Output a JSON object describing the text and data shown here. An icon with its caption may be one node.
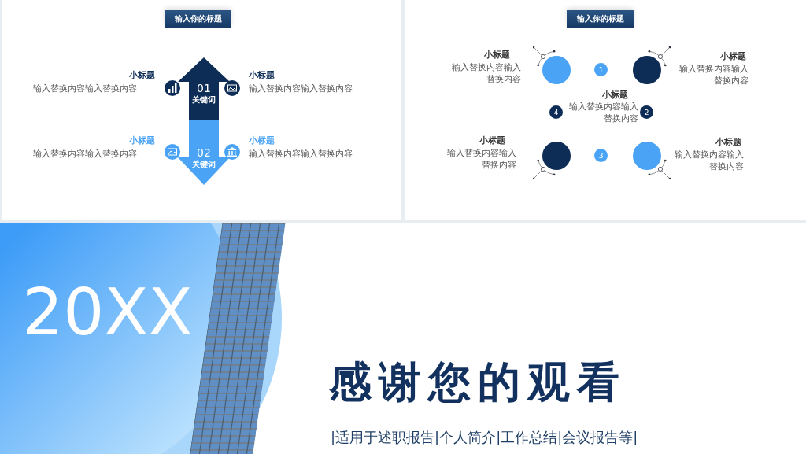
{
  "diagram": {
    "nodes": [
      {
        "text": [
          "输入你的标题"
        ]
      },
      {
        "text": [
          "01",
          "关键词"
        ]
      },
      {
        "text": [
          "02",
          "关键词"
        ]
      },
      {
        "text": [
          "输入你的标题"
        ]
      },
      {
        "text": [
          "1"
        ]
      },
      {
        "text": [
          "2"
        ]
      },
      {
        "text": [
          "3"
        ]
      },
      {
        "text": [
          "4"
        ]
      }
    ],
    "edges": [],
    "labels": [
      "小标题",
      "输入替换内容输入替换内容",
      "小标题",
      "输入替换内容输入替换内容",
      "小标题",
      "输入替换内容输入替换内容",
      "小标题",
      "输入替换内容输入替换内容",
      "小标题",
      "输入替换内容输入替换内容",
      "小标题",
      "输入替换内容输入替换内容",
      "小标题",
      "输入替换内容输入替换内容",
      "小标题",
      "输入替换内容输入替换内容",
      "小标题",
      "输入替换内容输入替换内容",
      "20XX",
      "感谢您的观看",
      "|适用于述职报告|个人简介|工作总结|会议报告等|"
    ]
  }
}
